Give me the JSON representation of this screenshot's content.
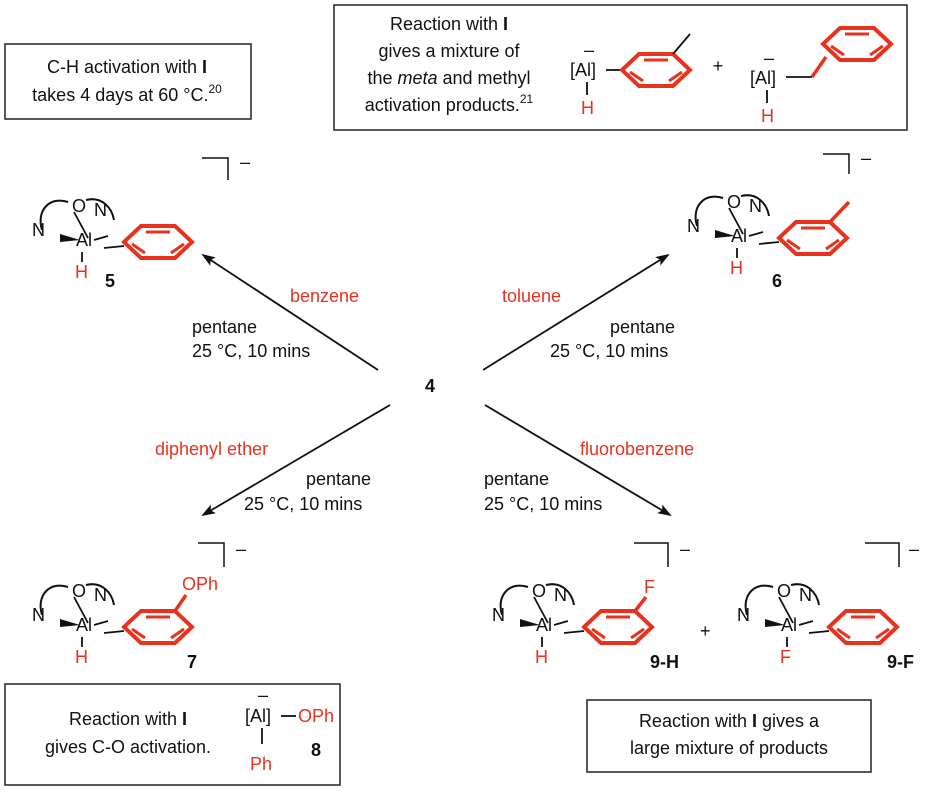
{
  "colors": {
    "accent": "#e8321e",
    "ink": "#111111",
    "box_border": "#222222"
  },
  "center_compound": "4",
  "boxes": {
    "top_left": {
      "line1": "C-H activation with ",
      "bold": "I",
      "line2": "takes 4 days at 60 °C.",
      "ref": "20"
    },
    "top_right": {
      "line1a": "Reaction with ",
      "line1b": "I",
      "line2": "gives a mixture of",
      "line3a": "the ",
      "line3b": "meta",
      "line3c": " and methyl",
      "line4": "activation products.",
      "ref": "21",
      "al": "[Al]",
      "charge": "–",
      "h": "H",
      "plus": "+"
    },
    "bottom_left": {
      "line1a": "Reaction with ",
      "line1b": "I",
      "line2": "gives C-O activation.",
      "al": "[Al]",
      "charge": "–",
      "oph": "OPh",
      "ph": "Ph",
      "compound": "8"
    },
    "bottom_right": {
      "line1a": "Reaction with ",
      "line1b": "I",
      "line1c": " gives a",
      "line2": "large mixture of products"
    }
  },
  "arrows": {
    "top_left": {
      "reagent": "benzene",
      "solvent": "pentane",
      "conditions": "25 °C, 10 mins"
    },
    "top_right": {
      "reagent": "toluene",
      "solvent": "pentane",
      "conditions": "25 °C, 10 mins"
    },
    "bottom_left": {
      "reagent": "diphenyl ether",
      "solvent": "pentane",
      "conditions": "25 °C, 10 mins"
    },
    "bottom_right": {
      "reagent": "fluorobenzene",
      "solvent": "pentane",
      "conditions": "25 °C, 10 mins"
    }
  },
  "atoms": {
    "n": "N",
    "al": "Al",
    "o": "O",
    "h": "H",
    "f": "F",
    "oph": "OPh",
    "charge": "–",
    "plus": "+"
  },
  "compounds": {
    "c5": "5",
    "c6": "6",
    "c7": "7",
    "c9h": "9-H",
    "c9f": "9-F"
  }
}
